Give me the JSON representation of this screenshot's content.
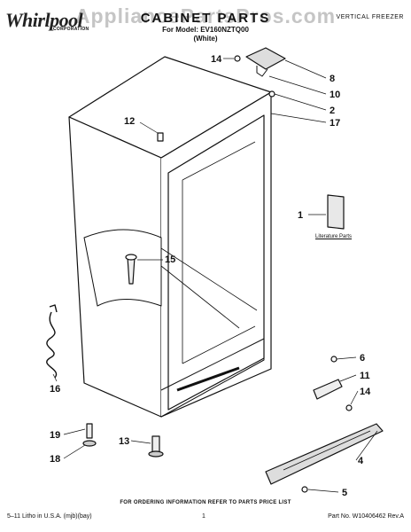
{
  "header": {
    "brand": "Whirlpool",
    "brand_sub": "CORPORATION",
    "title": "CABINET PARTS",
    "model": "For Model: EV160NZTQ00",
    "color": "(White)",
    "category": "VERTICAL FREEZER",
    "watermark": "AppliancePartsPros.com"
  },
  "parts": [
    {
      "num": "14"
    },
    {
      "num": "8"
    },
    {
      "num": "10"
    },
    {
      "num": "2"
    },
    {
      "num": "17"
    },
    {
      "num": "12"
    },
    {
      "num": "1"
    },
    {
      "num": "15"
    },
    {
      "num": "16"
    },
    {
      "num": "6"
    },
    {
      "num": "11"
    },
    {
      "num": "14"
    },
    {
      "num": "19"
    },
    {
      "num": "13"
    },
    {
      "num": "18"
    },
    {
      "num": "4"
    },
    {
      "num": "5"
    }
  ],
  "literature_label": "Literature Parts",
  "footer": {
    "note": "FOR ORDERING INFORMATION REFER TO PARTS PRICE LIST",
    "left": "5–11 Litho in U.S.A. (mjb)(bay)",
    "page": "1",
    "part_no": "Part No. W10406462 Rev.A"
  }
}
